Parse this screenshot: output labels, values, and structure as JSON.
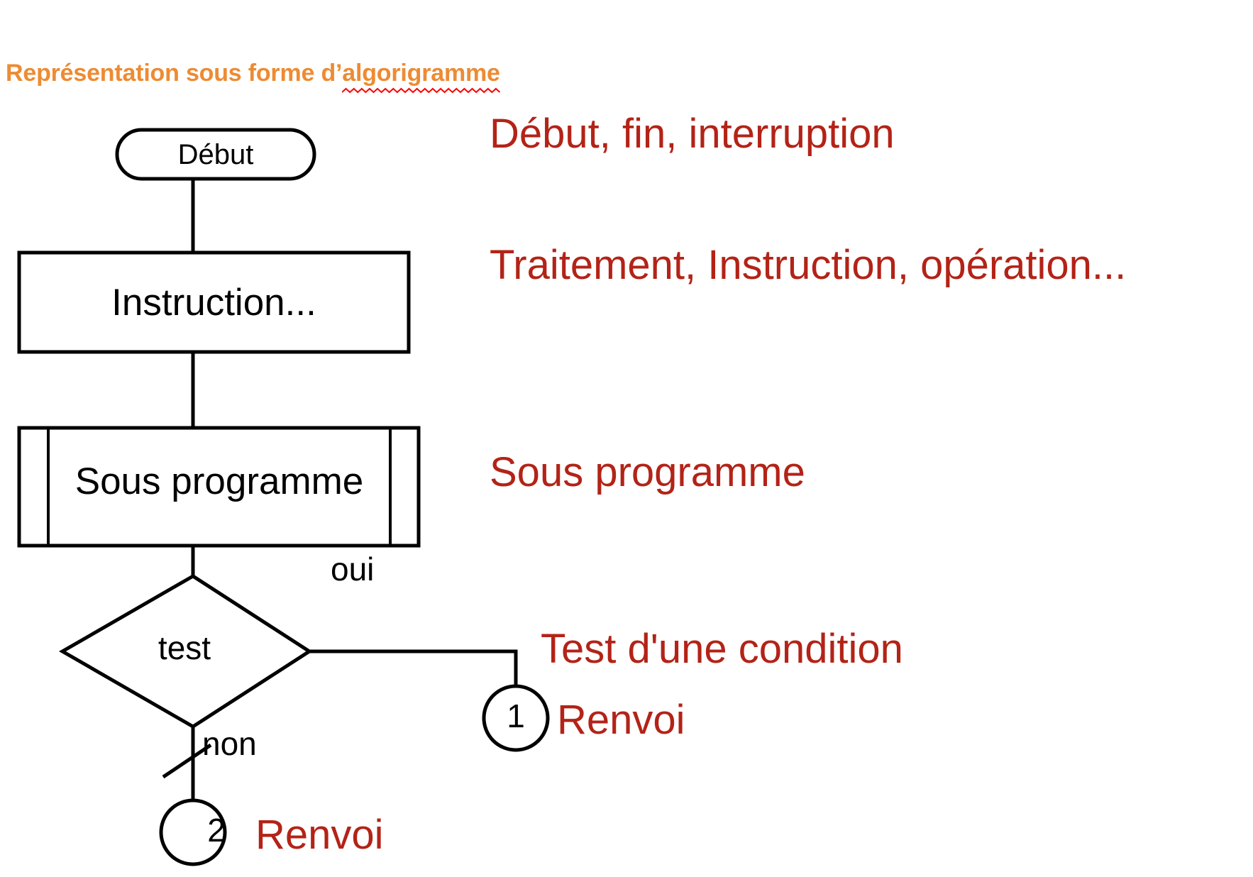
{
  "page": {
    "title": "Représentation sous forme d'algorigramme",
    "title_prefix": "Représentation sous forme d’",
    "title_misspelled_word": "algorigramme",
    "background_color": "#FFFFFF"
  },
  "colors": {
    "title_orange": "#ED8B33",
    "annotation_red": "#B32317",
    "shape_stroke": "#000000",
    "spellcheck_squiggle": "#FF0000"
  },
  "flowchart": {
    "nodes": [
      {
        "id": "terminal",
        "shape": "stadium",
        "label": "Début",
        "annotation": "Début, fin, interruption"
      },
      {
        "id": "process",
        "shape": "rectangle",
        "label": "Instruction...",
        "annotation": "Traitement, Instruction, opération..."
      },
      {
        "id": "subprogram",
        "shape": "predefined-process",
        "label": "Sous programme",
        "annotation": "Sous programme"
      },
      {
        "id": "decision",
        "shape": "diamond",
        "label": "test",
        "annotation": "Test d'une condition"
      },
      {
        "id": "connector-1",
        "shape": "circle",
        "label": "1",
        "annotation": "Renvoi"
      },
      {
        "id": "connector-2",
        "shape": "circle",
        "label": "2",
        "annotation": "Renvoi"
      }
    ],
    "edge_labels": {
      "yes": "oui",
      "no": "non"
    }
  }
}
